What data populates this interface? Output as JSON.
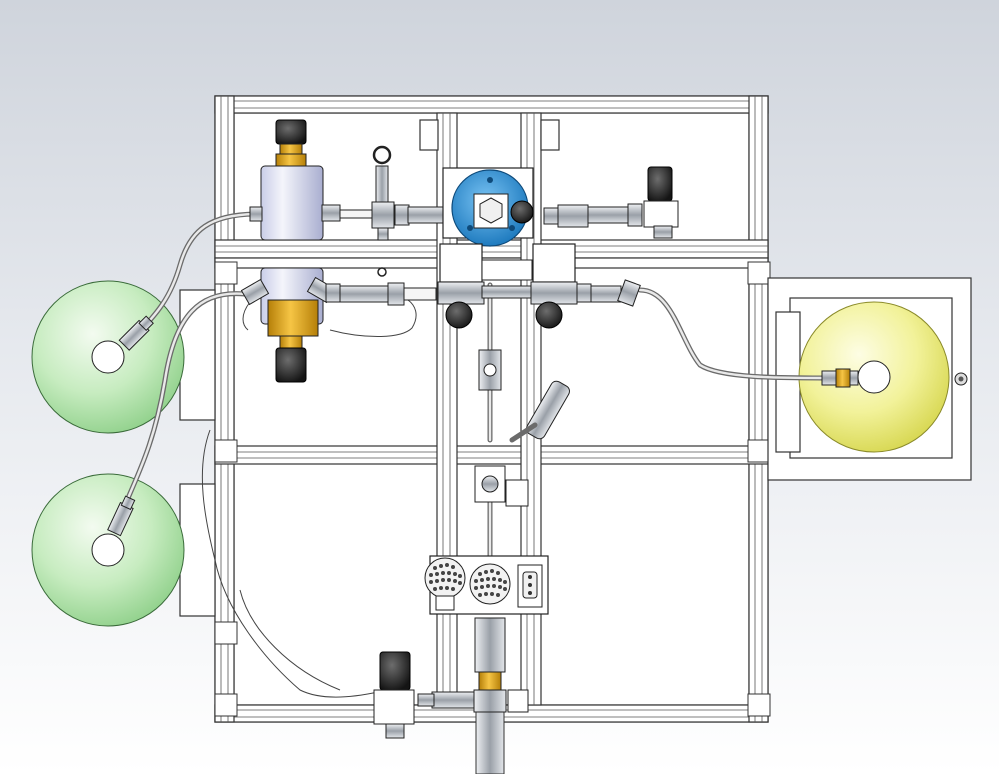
{
  "view": {
    "mode": "cad-top-view"
  },
  "colors": {
    "frame": "#ffffff",
    "frame_line": "#333333",
    "tank_green": "#bfe8b8",
    "tank_yellow": "#f0f08a",
    "valve_blue": "#2a8fd6",
    "regulator_gold": "#e0a81a",
    "knob_black": "#1e1e1e",
    "fitting_metal": "#8a8f96"
  },
  "components": {
    "tanks": [
      {
        "color": "green",
        "position": "left-upper"
      },
      {
        "color": "green",
        "position": "left-lower"
      },
      {
        "color": "yellow",
        "position": "right"
      }
    ],
    "regulator": {
      "color": "gold",
      "knobs": 2
    },
    "central_valve": {
      "color": "blue"
    },
    "connector_panel": {
      "round_connectors": 2
    }
  }
}
